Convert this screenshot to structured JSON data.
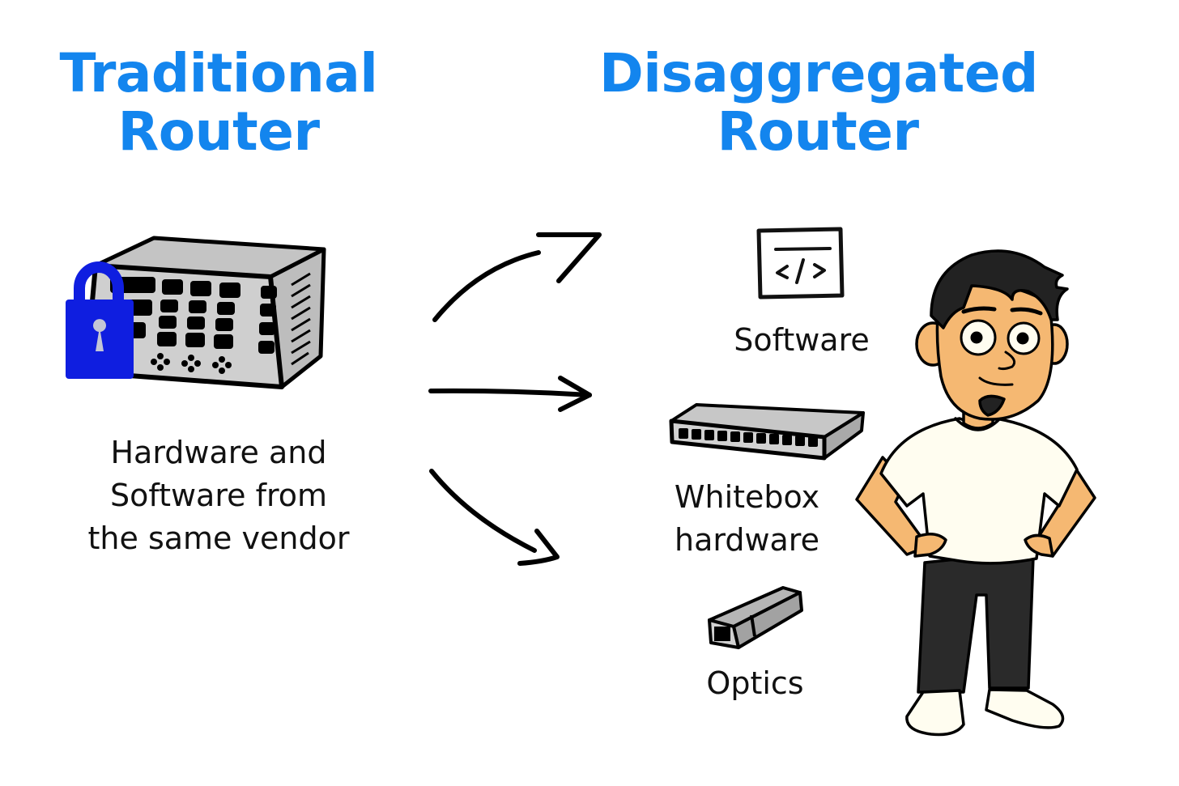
{
  "left_panel": {
    "title_line1": "Traditional",
    "title_line2": "Router",
    "caption_line1": "Hardware and",
    "caption_line2": "Software from",
    "caption_line3": "the same vendor",
    "icon": "locked-router-icon"
  },
  "right_panel": {
    "title_line1": "Disaggregated",
    "title_line2": "Router",
    "components": [
      {
        "icon": "code-window-icon",
        "label_line1": "Software"
      },
      {
        "icon": "network-switch-icon",
        "label_line1": "Whitebox",
        "label_line2": "hardware"
      },
      {
        "icon": "optical-transceiver-icon",
        "label_line1": "Optics"
      }
    ],
    "character": "engineer-character-illustration"
  },
  "colors": {
    "title": "#1385ee",
    "lock": "#0f1ee0",
    "device_gray": "#c8c8c8",
    "skin": "#f5b872",
    "shirt": "#fffdf0",
    "pants": "#2a2a2a"
  }
}
